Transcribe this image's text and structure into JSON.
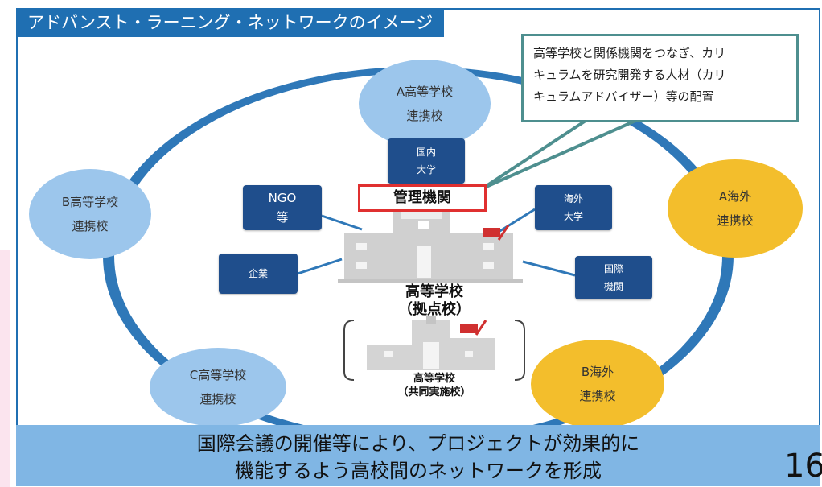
{
  "title": "アドバンスト・ラーニング・ネットワークのイメージ",
  "callout": {
    "lines": [
      "高等学校と関係機関をつなぎ、カリ",
      "キュラムを研究開発する人材（カリ",
      "キュラムアドバイザー）等の配置"
    ]
  },
  "management": "管理機関",
  "hub": {
    "line1": "高等学校",
    "line2": "（拠点校）"
  },
  "joint": {
    "line1": "高等学校",
    "line2": "（共同実施校）"
  },
  "schools": {
    "a": {
      "line1": "A高等学校",
      "line2": "連携校"
    },
    "b": {
      "line1": "B高等学校",
      "line2": "連携校"
    },
    "c": {
      "line1": "C高等学校",
      "line2": "連携校"
    }
  },
  "overseas": {
    "a": {
      "line1": "A海外",
      "line2": "連携校"
    },
    "b": {
      "line1": "B海外",
      "line2": "連携校"
    }
  },
  "partners": {
    "domestic_univ": {
      "line1": "国内",
      "line2": "大学"
    },
    "ngo": {
      "line1": "NGO",
      "line2": "等"
    },
    "company": {
      "line1": "企業"
    },
    "overseas_univ": {
      "line1": "海外",
      "line2": "大学"
    },
    "intl_org": {
      "line1": "国際",
      "line2": "機関"
    }
  },
  "footer": {
    "line1": "国際会議の開催等により、プロジェクトが効果的に",
    "line2": "機能するよう高校間のネットワークを形成"
  },
  "page_number": "16",
  "colors": {
    "accent": "#1f6fb2",
    "ring": "#2f78b8",
    "school": "#9cc6ec",
    "overseas": "#f3be2c",
    "partner": "#1f4e8c",
    "callout_border": "#4e8f8f",
    "management_border": "#e03030",
    "footer": "#80b6e4"
  }
}
